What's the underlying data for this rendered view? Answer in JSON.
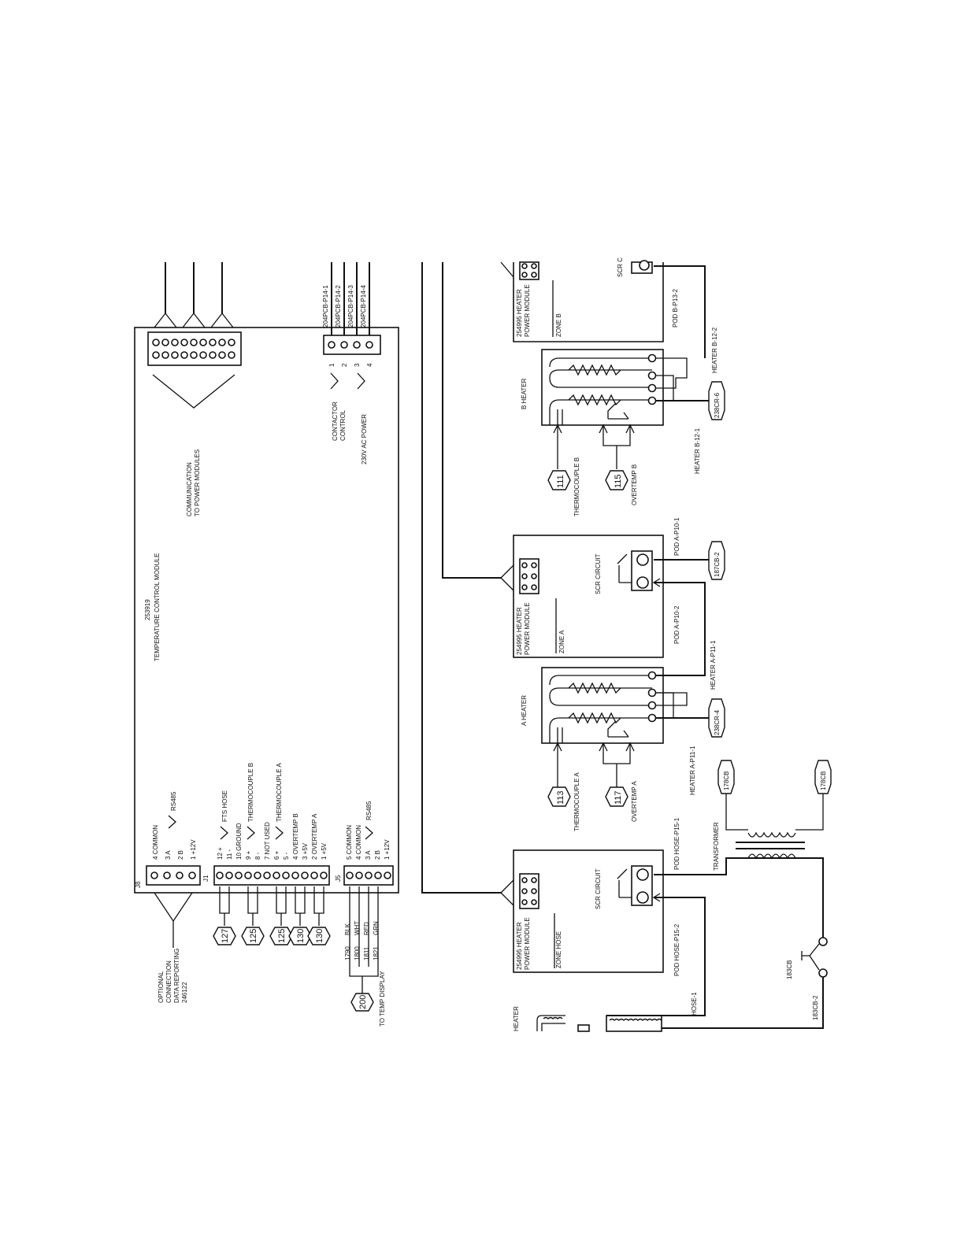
{
  "tcm": {
    "part": "253919",
    "name": "TEMPERATURE CONTROL MODULE",
    "comm": [
      "COMMUNICATION",
      "TO POWER MODULES"
    ],
    "contactor": [
      "CONTACTOR",
      "CONTROL"
    ],
    "ac_power": "230V AC POWER",
    "p14_pins": [
      "1",
      "2",
      "3",
      "4"
    ],
    "p14_wires": [
      "204PCB-P14-1",
      "204PCB-P14-2",
      "204PCB-P14-3",
      "204PCB-P14-4"
    ],
    "j8": {
      "label": "J8",
      "pins": [
        "4 COMMON",
        "3 A",
        "2 B",
        "1 +12V"
      ],
      "rs485": "RS485"
    },
    "optional": [
      "OPTIONAL",
      "CONNECTION",
      "DATA REPORTING",
      "246122"
    ],
    "j1": {
      "label": "J1",
      "pins": [
        "12 +",
        "11 -",
        "10 GROUND",
        "9 +",
        "8 -",
        "7 NOT USED",
        "6 +",
        "5 -",
        "4 OVERTEMP B",
        "3 +5V",
        "2 OVERTEMP A",
        "1 +5V"
      ],
      "groups": [
        "FTS HOSE",
        "THERMOCOUPLE B",
        "THERMOCOUPLE A"
      ]
    },
    "j5": {
      "label": "J5",
      "pins": [
        "5 COMMON",
        "4 COMMON",
        "3 A",
        "2 B",
        "1 +12V"
      ],
      "rs485": "RS485",
      "wire_nums": [
        "1790",
        "1800",
        "1811",
        "1821"
      ],
      "colors": [
        "BLK",
        "WHT",
        "RED",
        "GRN"
      ],
      "display": "TO TEMP DISPLAY"
    },
    "bubbles": [
      "127",
      "125",
      "125",
      "130",
      "130",
      "200"
    ]
  },
  "zone_b": {
    "module": [
      "254995 HEATER",
      "POWER MODULE"
    ],
    "zone": "ZONE B",
    "scr": "SCR C",
    "pod": "POD B-P13-2",
    "heater": "B HEATER",
    "heater_b_12_2": "HEATER B-12-2",
    "heater_b_12_1": "HEATER B-12-1",
    "cr": "238CR-6",
    "tc": "THERMOCOUPLE B",
    "ot": "OVERTEMP B",
    "tc_num": "111",
    "ot_num": "115"
  },
  "zone_a": {
    "module": [
      "254995 HEATER",
      "POWER MODULE"
    ],
    "zone": "ZONE A",
    "scr": "SCR CIRCUIT",
    "pod1": "POD A-P10-1",
    "pod2": "POD A-P10-2",
    "cb": "187CB-2",
    "heater": "A HEATER",
    "heater_p11_1_top": "HEATER A-P11-1",
    "heater_p11_1": "HEATER A-P11-1",
    "cr": "238CR-4",
    "tc": "THERMOCOUPLE A",
    "ot": "OVERTEMP A",
    "tc_num": "113",
    "ot_num": "117"
  },
  "zone_hose": {
    "module": [
      "254995 HEATER",
      "POWER MODULE"
    ],
    "zone": "ZONE HOSE",
    "scr": "SCR CIRCUIT",
    "pod1": "POD HOSE-P15-1",
    "pod2": "POD HOSE-P15-2",
    "transformer": "TRANSFORMER",
    "cb_a": "178CB",
    "cb_b": "178CB",
    "breaker": "183CB",
    "breaker_wire": "183CB-2",
    "hose": "HOSE-1",
    "heater": "HEATER"
  }
}
